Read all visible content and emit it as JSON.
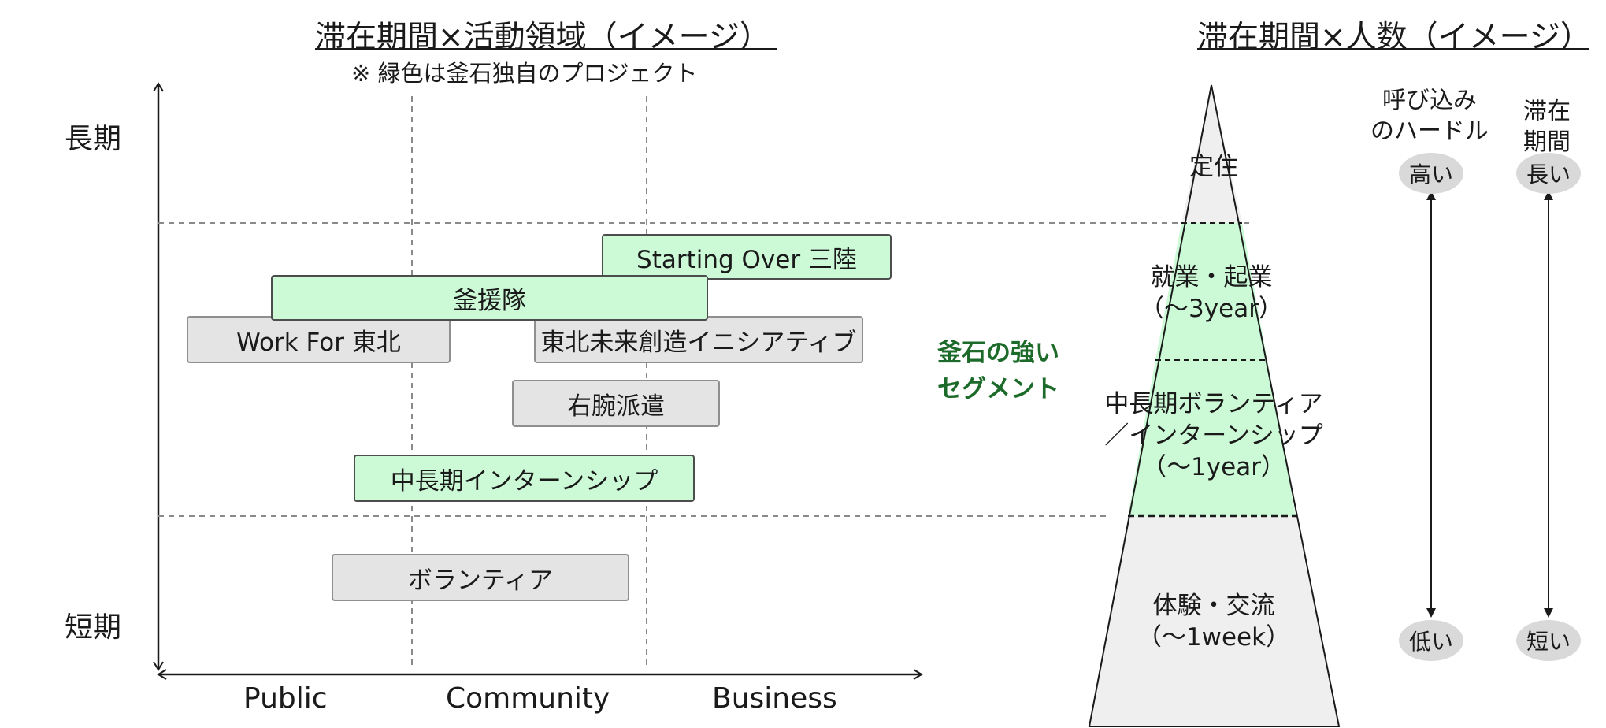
{
  "left_panel": {
    "title": "滞在期間×活動領域（イメージ）",
    "note": "※ 緑色は釜石独自のプロジェクト",
    "y_top_label": "長期",
    "y_bottom_label": "短期",
    "x_labels": [
      "Public",
      "Community",
      "Business"
    ],
    "boxes": [
      {
        "label": "Starting Over 三陸",
        "kind": "green"
      },
      {
        "label": "釜援隊",
        "kind": "green"
      },
      {
        "label": "Work For 東北",
        "kind": "gray"
      },
      {
        "label": "東北未来創造イニシアティブ",
        "kind": "gray"
      },
      {
        "label": "右腕派遣",
        "kind": "gray"
      },
      {
        "label": "中長期インターンシップ",
        "kind": "green"
      },
      {
        "label": "ボランティア",
        "kind": "gray"
      }
    ],
    "strong_segment": "釜石の強い\nセグメント"
  },
  "right_panel": {
    "title": "滞在期間×人数（イメージ）",
    "pyramid_levels": [
      {
        "label": "定住",
        "fill": "#efefef"
      },
      {
        "label": "就業・起業\n（～3year）",
        "fill": "#ccfad7"
      },
      {
        "label": "中長期ボランティア\n／インターンシップ\n（～1year）",
        "fill": "#ccfad7"
      },
      {
        "label": "体験・交流\n（～1week）",
        "fill": "#efefef"
      }
    ],
    "columns": [
      {
        "header": "呼び込み\nのハードル",
        "top": "高い",
        "bottom": "低い"
      },
      {
        "header": "滞在期間",
        "top": "長い",
        "bottom": "短い"
      }
    ]
  },
  "colors": {
    "green_fill": "#ccfad7",
    "gray_fill": "#e4e4e4",
    "strong_text": "#1d6b2a",
    "light_gray": "#efefef"
  }
}
